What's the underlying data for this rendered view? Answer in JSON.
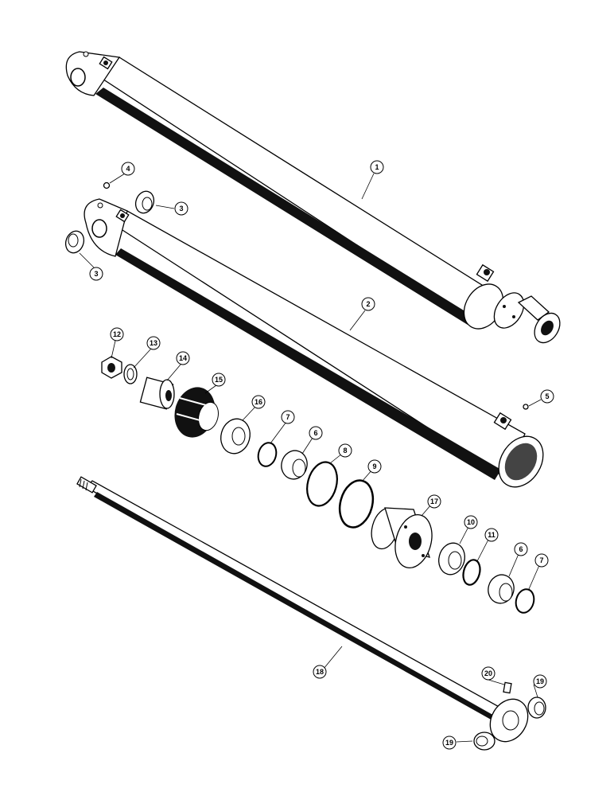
{
  "diagram": {
    "callouts": [
      {
        "id": "c1",
        "label": "1"
      },
      {
        "id": "c2",
        "label": "2"
      },
      {
        "id": "c3a",
        "label": "3"
      },
      {
        "id": "c3b",
        "label": "3"
      },
      {
        "id": "c4",
        "label": "4"
      },
      {
        "id": "c5",
        "label": "5"
      },
      {
        "id": "c6a",
        "label": "6"
      },
      {
        "id": "c6b",
        "label": "6"
      },
      {
        "id": "c7a",
        "label": "7"
      },
      {
        "id": "c7b",
        "label": "7"
      },
      {
        "id": "c8",
        "label": "8"
      },
      {
        "id": "c9",
        "label": "9"
      },
      {
        "id": "c10",
        "label": "10"
      },
      {
        "id": "c11",
        "label": "11"
      },
      {
        "id": "c12",
        "label": "12"
      },
      {
        "id": "c13",
        "label": "13"
      },
      {
        "id": "c14",
        "label": "14"
      },
      {
        "id": "c15",
        "label": "15"
      },
      {
        "id": "c16",
        "label": "16"
      },
      {
        "id": "c17",
        "label": "17"
      },
      {
        "id": "c18",
        "label": "18"
      },
      {
        "id": "c19a",
        "label": "19"
      },
      {
        "id": "c19b",
        "label": "19"
      },
      {
        "id": "c20",
        "label": "20"
      }
    ]
  }
}
